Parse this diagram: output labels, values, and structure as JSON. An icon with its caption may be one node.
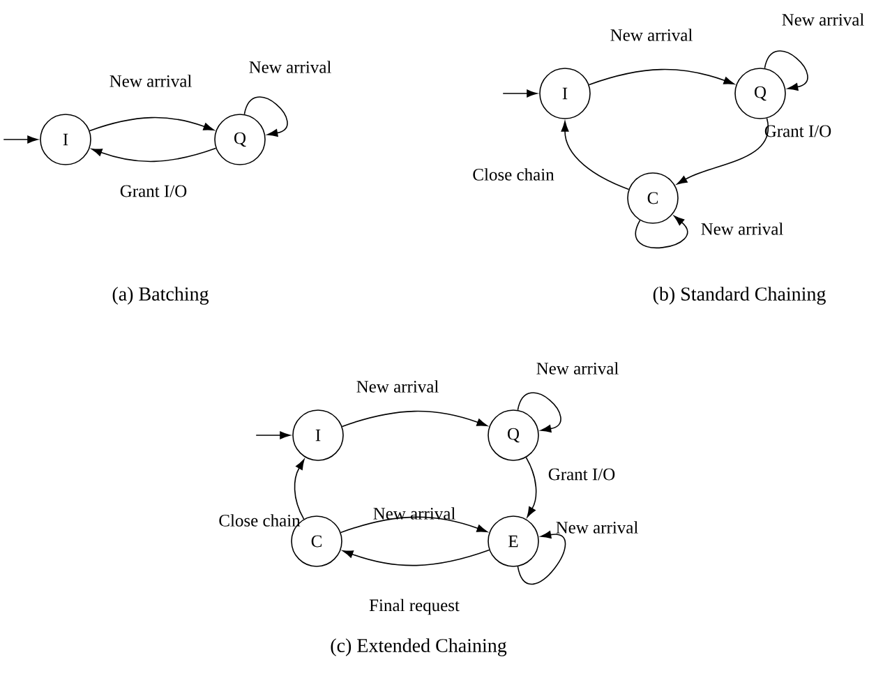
{
  "diagram": {
    "nodes": [
      {
        "text": [
          "I"
        ]
      },
      {
        "text": [
          "Q"
        ]
      },
      {
        "text": [
          "I"
        ]
      },
      {
        "text": [
          "Q"
        ]
      },
      {
        "text": [
          "C"
        ]
      },
      {
        "text": [
          "I"
        ]
      },
      {
        "text": [
          "Q"
        ]
      },
      {
        "text": [
          "C"
        ]
      },
      {
        "text": [
          "E"
        ]
      }
    ],
    "edges": [
      {
        "from": null,
        "to": 0,
        "arrow": "to"
      },
      {
        "from": 0,
        "to": 1,
        "arrow": "to",
        "label": "New arrival"
      },
      {
        "from": 1,
        "to": 1,
        "arrow": "to",
        "label": "New arrival"
      },
      {
        "from": 1,
        "to": 0,
        "arrow": "to",
        "label": "Grant I/O"
      },
      {
        "from": null,
        "to": 2,
        "arrow": "to"
      },
      {
        "from": 2,
        "to": 3,
        "arrow": "to",
        "label": "New arrival"
      },
      {
        "from": 3,
        "to": 3,
        "arrow": "to",
        "label": "New arrival"
      },
      {
        "from": 3,
        "to": 4,
        "arrow": "to",
        "label": "Grant I/O"
      },
      {
        "from": 4,
        "to": 2,
        "arrow": "to",
        "label": "Close chain"
      },
      {
        "from": 4,
        "to": 4,
        "arrow": "to",
        "label": "New arrival"
      },
      {
        "from": null,
        "to": 5,
        "arrow": "to"
      },
      {
        "from": 5,
        "to": 6,
        "arrow": "to",
        "label": "New arrival"
      },
      {
        "from": 6,
        "to": 6,
        "arrow": "to",
        "label": "New arrival"
      },
      {
        "from": 6,
        "to": 8,
        "arrow": "to",
        "label": "Grant I/O"
      },
      {
        "from": 7,
        "to": 5,
        "arrow": "to",
        "label": "Close chain"
      },
      {
        "from": 7,
        "to": 8,
        "arrow": "to",
        "label": "New arrival"
      },
      {
        "from": 8,
        "to": 8,
        "arrow": "to",
        "label": "New arrival"
      },
      {
        "from": 8,
        "to": 7,
        "arrow": "to",
        "label": "Final request"
      }
    ],
    "labels": [
      "(a) Batching",
      "(b) Standard Chaining",
      "(c) Extended Chaining"
    ]
  }
}
